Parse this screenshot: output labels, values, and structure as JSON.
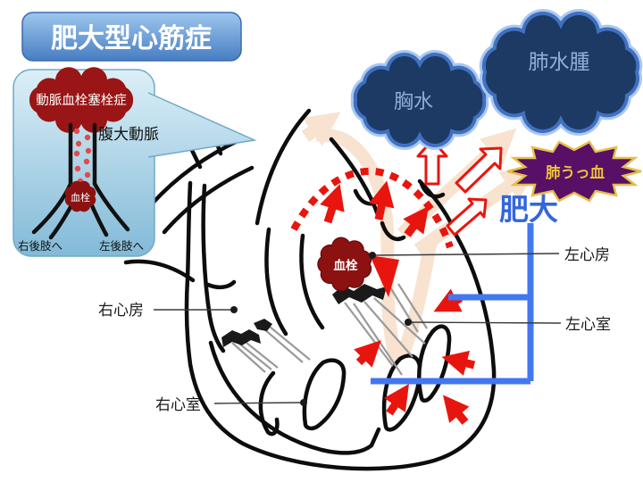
{
  "title": "肥大型心筋症",
  "callout": {
    "embolism_label": "動脈血栓塞栓症",
    "vessel_label": "腹大動脈",
    "thrombus_label": "血栓",
    "to_right_hindlimb": "右後肢へ",
    "to_left_hindlimb": "左後肢へ"
  },
  "outcomes": {
    "pleural_effusion": "胸水",
    "pulmonary_edema": "肺水腫",
    "pulmonary_congestion": "肺うっ血"
  },
  "hypertrophy_label": "肥大",
  "heart": {
    "right_atrium": "右心房",
    "right_ventricle": "右心室",
    "left_atrium": "左心房",
    "left_ventricle": "左心室",
    "thrombus_label": "血栓"
  },
  "colors": {
    "title_banner_blue": "#4a7ec4",
    "callout_blue": "#9dcbe3",
    "cloud_navy": "#1c3a63",
    "cloud_outline": "#4070c0",
    "cloud_text": "#8fafd8",
    "star_purple": "#571066",
    "star_gold": "#e5be4b",
    "highlight_red": "#e8150e",
    "thrombus_dark_red": "#8c1212",
    "hypertrophy_blue": "#3366dd",
    "bracket_blue": "#4377f0",
    "flow_peach": "#f8e0cb"
  }
}
